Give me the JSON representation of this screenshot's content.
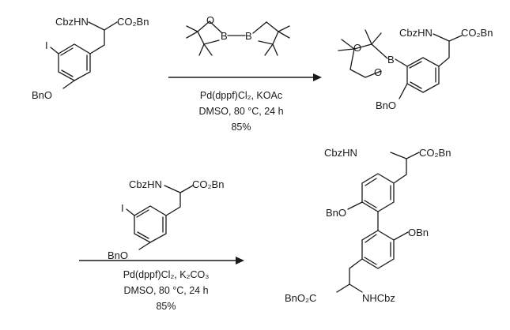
{
  "molecules": {
    "aryl_iodide_top": {
      "amine": "CbzHN",
      "ester": "CO₂Bn",
      "iodo": "I",
      "ether": "BnO"
    },
    "bpin_reagent": {
      "boron_left": "B",
      "boron_right": "B",
      "oxygen": "O"
    },
    "boronate_product": {
      "amine": "CbzHN",
      "ester": "CO₂Bn",
      "boron": "B",
      "oxygen": "O",
      "ether": "BnO"
    },
    "aryl_iodide_bottom": {
      "amine": "CbzHN",
      "ester": "CO₂Bn",
      "iodo": "I",
      "ether": "BnO"
    },
    "biaryl_product": {
      "amine_top": "CbzHN",
      "ester_top": "CO₂Bn",
      "ether_left": "BnO",
      "ether_right": "OBn",
      "ester_bottom": "BnO₂C",
      "amine_bottom": "NHCbz"
    }
  },
  "reactions": [
    {
      "conditions": [
        "Pd(dppf)Cl₂, KOAc",
        "DMSO, 80 °C, 24 h",
        "85%"
      ]
    },
    {
      "conditions": [
        "Pd(dppf)Cl₂, K₂CO₃",
        "DMSO, 80 °C, 24 h",
        "85%"
      ]
    }
  ]
}
